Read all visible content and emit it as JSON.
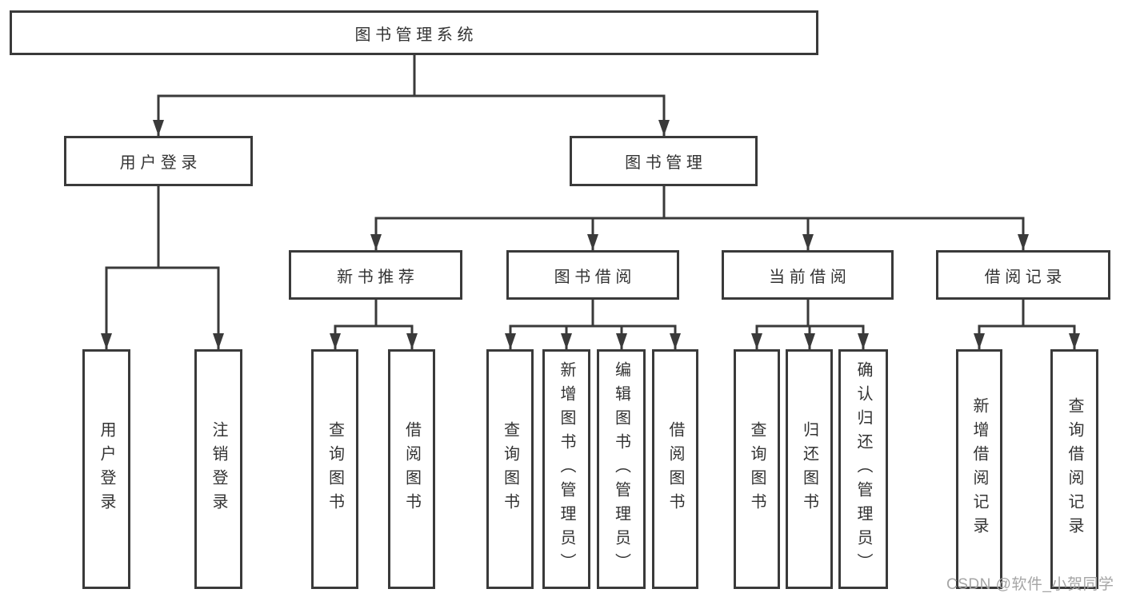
{
  "colors": {
    "line": "#3a3a3a",
    "boxBorder": "#3a3a3a",
    "boxFill": "#ffffff",
    "canvasBg": "#ffffff",
    "text": "#333333",
    "watermark": "#a5a5a5"
  },
  "diagram": {
    "type": "hierarchy-tree",
    "root": {
      "label": "图书管理系统"
    },
    "level2": {
      "userLogin": {
        "label": "用户登录"
      },
      "bookMgmt": {
        "label": "图书管理"
      }
    },
    "level3": {
      "newBookRec": {
        "label": "新书推荐"
      },
      "bookBorrow": {
        "label": "图书借阅"
      },
      "currentBorrow": {
        "label": "当前借阅"
      },
      "borrowRecord": {
        "label": "借阅记录"
      }
    },
    "leaves": {
      "userLoginLeaf": {
        "label": "用户登录"
      },
      "logoutLeaf": {
        "label": "注销登录"
      },
      "recQueryBook": {
        "label": "查询图书"
      },
      "recBorrowBook": {
        "label": "借阅图书"
      },
      "bbQueryBook": {
        "label": "查询图书"
      },
      "bbAddBook": {
        "label": "新增图书（管理员）"
      },
      "bbEditBook": {
        "label": "编辑图书（管理员）"
      },
      "bbBorrowBook": {
        "label": "借阅图书"
      },
      "cbQueryBook": {
        "label": "查询图书"
      },
      "cbReturnBook": {
        "label": "归还图书"
      },
      "cbConfirmReturn": {
        "label": "确认归还（管理员）"
      },
      "brAddRecord": {
        "label": "新增借阅记录"
      },
      "brQueryRecord": {
        "label": "查询借阅记录"
      }
    }
  },
  "watermark": {
    "text": "CSDN @软件_小贺同学"
  }
}
